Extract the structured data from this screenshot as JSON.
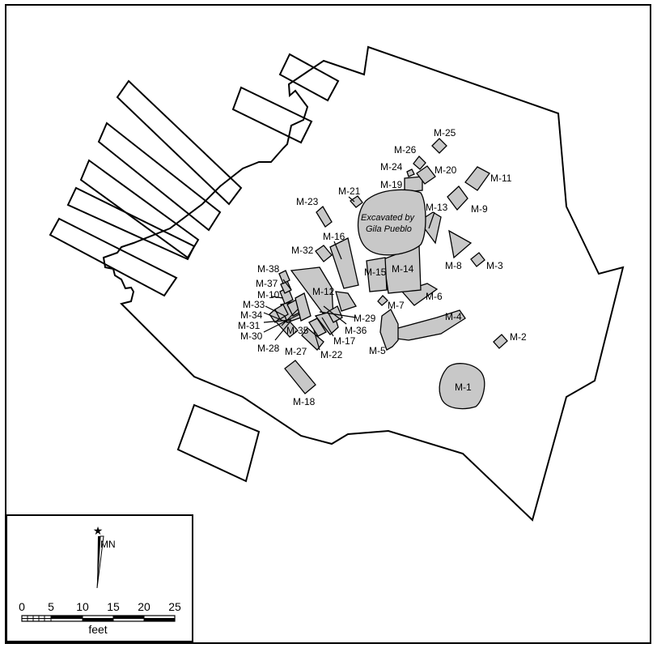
{
  "features": {
    "M-1": "M-1",
    "M-2": "M-2",
    "M-3": "M-3",
    "M-4": "M-4",
    "M-5": "M-5",
    "M-6": "M-6",
    "M-7": "M-7",
    "M-8": "M-8",
    "M-9": "M-9",
    "M-10": "M-10",
    "M-11": "M-11",
    "M-12": "M-12",
    "M-13": "M-13",
    "M-14": "M-14",
    "M-15": "M-15",
    "M-16": "M-16",
    "M-17": "M-17",
    "M-18": "M-18",
    "M-19": "M-19",
    "M-20": "M-20",
    "M-21": "M-21",
    "M-22": "M-22",
    "M-23": "M-23",
    "M-24": "M-24",
    "M-25": "M-25",
    "M-26": "M-26",
    "M-27": "M-27",
    "M-28": "M-28",
    "M-29": "M-29",
    "M-30": "M-30",
    "M-31": "M-31",
    "M-32": "M-32",
    "M-33": "M-33",
    "M-34": "M-34",
    "M-35": "M-35",
    "M-36": "M-36",
    "M-37": "M-37",
    "M-38": "M-38"
  },
  "excavated_label": {
    "line1": "Excavated by",
    "line2": "Gila Pueblo"
  },
  "north": {
    "label": "MN"
  },
  "scale": {
    "ticks": [
      "0",
      "5",
      "10",
      "15",
      "20",
      "25"
    ],
    "unit": "feet"
  },
  "colors": {
    "feature_fill": "#c8c8c8",
    "stroke": "#000000",
    "background": "#ffffff"
  }
}
